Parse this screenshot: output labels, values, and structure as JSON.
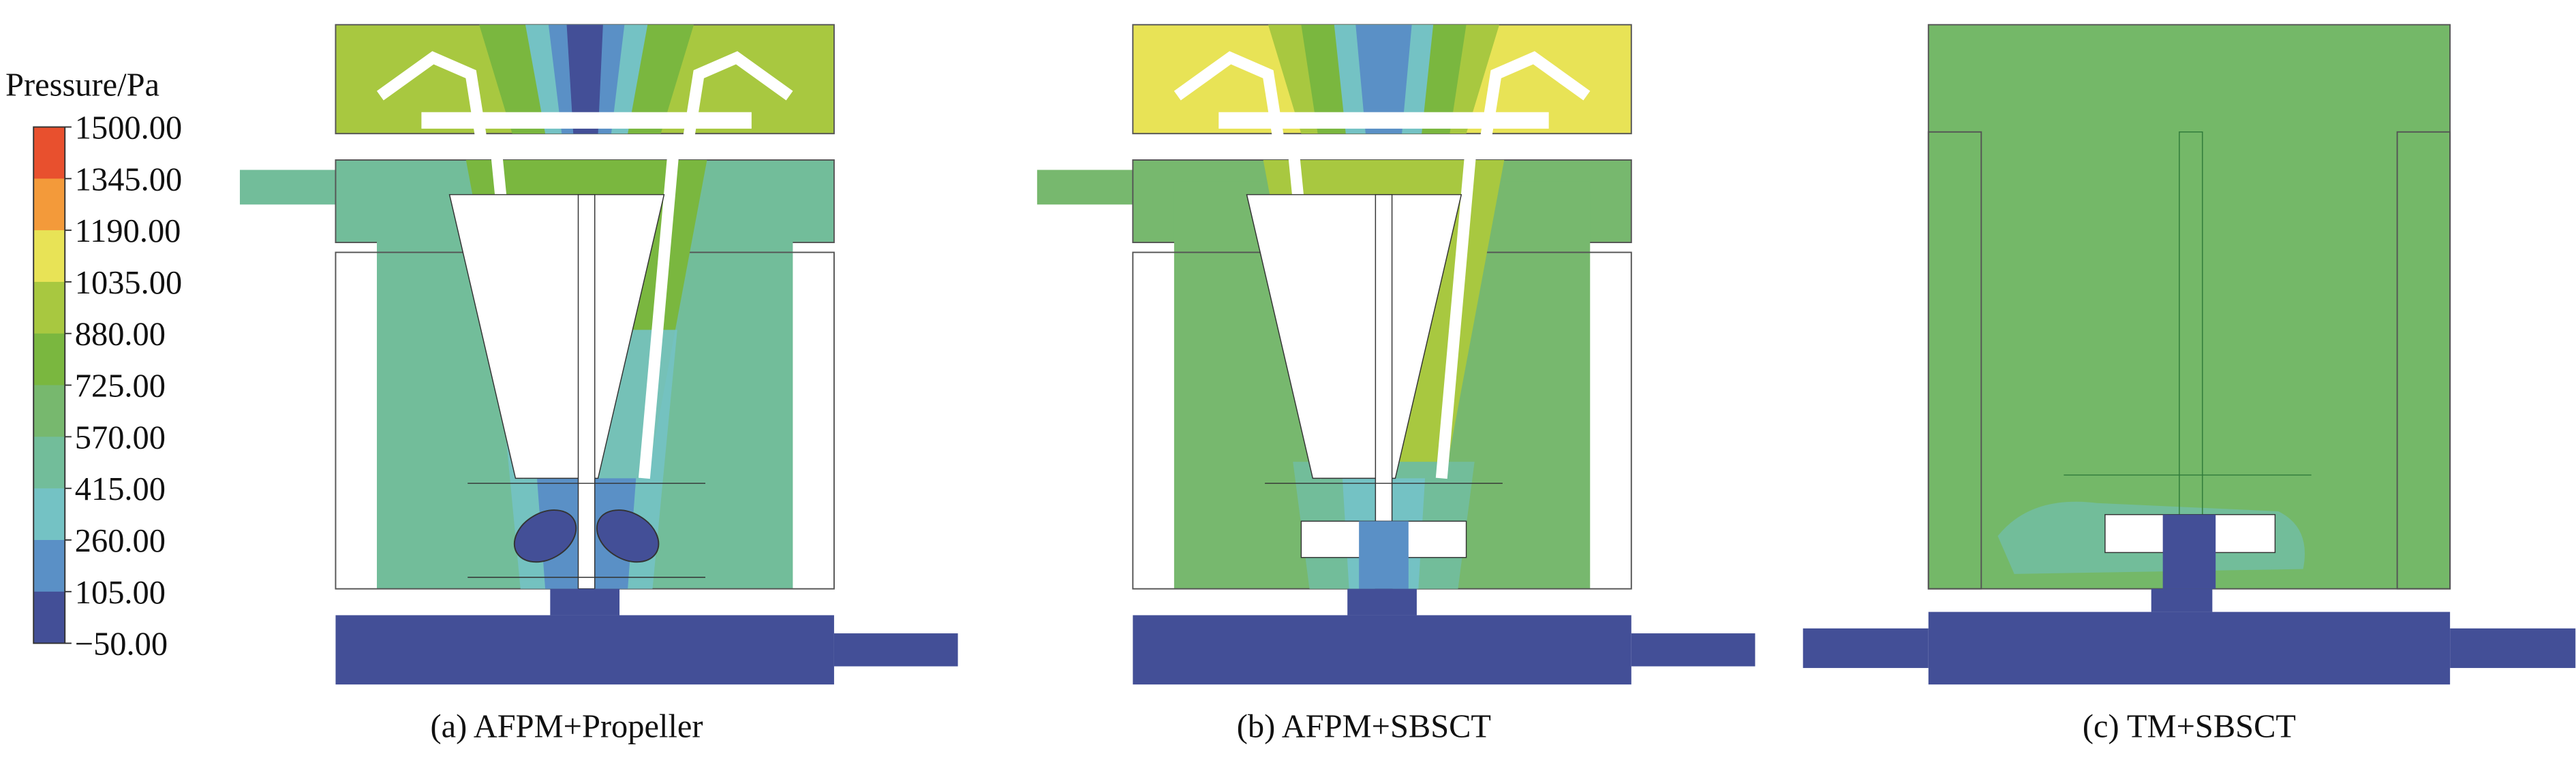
{
  "legend": {
    "title": "Pressure/Pa",
    "ticks": [
      "1500.00",
      "1345.00",
      "1190.00",
      "1035.00",
      "880.00",
      "725.00",
      "570.00",
      "415.00",
      "260.00",
      "105.00",
      "−50.00"
    ],
    "colors": [
      "#e8502e",
      "#f39a3a",
      "#e8e356",
      "#a8c840",
      "#7ab73f",
      "#77b86e",
      "#72bd9a",
      "#74c2c4",
      "#5a90c6",
      "#434f97"
    ]
  },
  "panels": [
    {
      "caption": "(a) AFPM+Propeller"
    },
    {
      "caption": "(b) AFPM+SBSCT"
    },
    {
      "caption": "(c) TM+SBSCT"
    }
  ]
}
